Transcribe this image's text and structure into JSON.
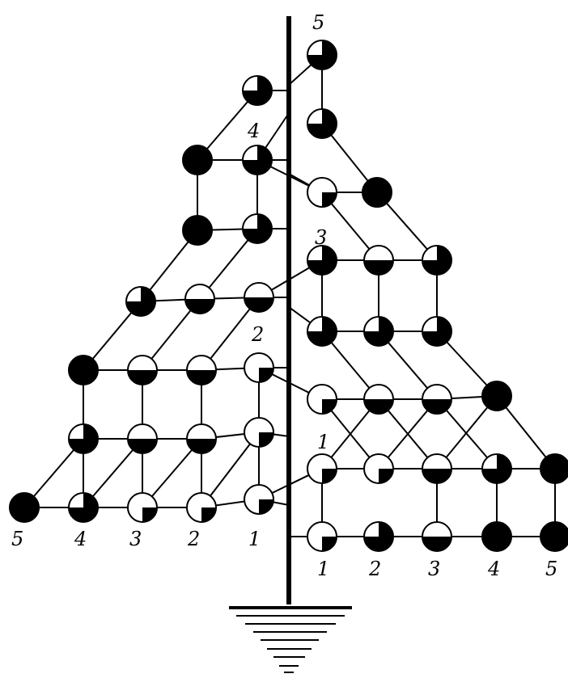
{
  "labels": {
    "top_right": "5",
    "right_top_4": "4",
    "right_top_3": "3",
    "left_mid_2": "2",
    "right_mid_1": "1",
    "bottom_left": [
      "5",
      "4",
      "3",
      "2",
      "1"
    ],
    "bottom_right": [
      "1",
      "2",
      "3",
      "4",
      "5"
    ]
  }
}
